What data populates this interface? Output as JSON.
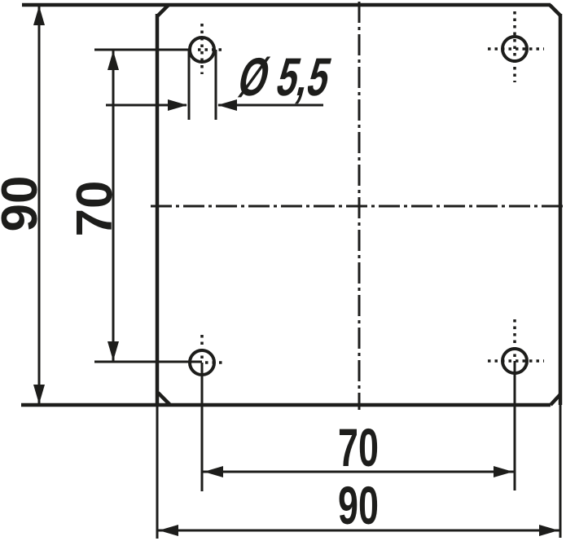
{
  "drawing": {
    "kind": "technical dimension drawing",
    "subject": "square plate with four mounting holes",
    "line_color": "#1d1d1b",
    "background_color": "#ffffff"
  },
  "dimensions": {
    "plate_height": "90",
    "hole_spacing_vertical": "70",
    "hole_diameter": "Ø 5,5",
    "hole_spacing_horizontal": "70",
    "plate_width": "90"
  }
}
